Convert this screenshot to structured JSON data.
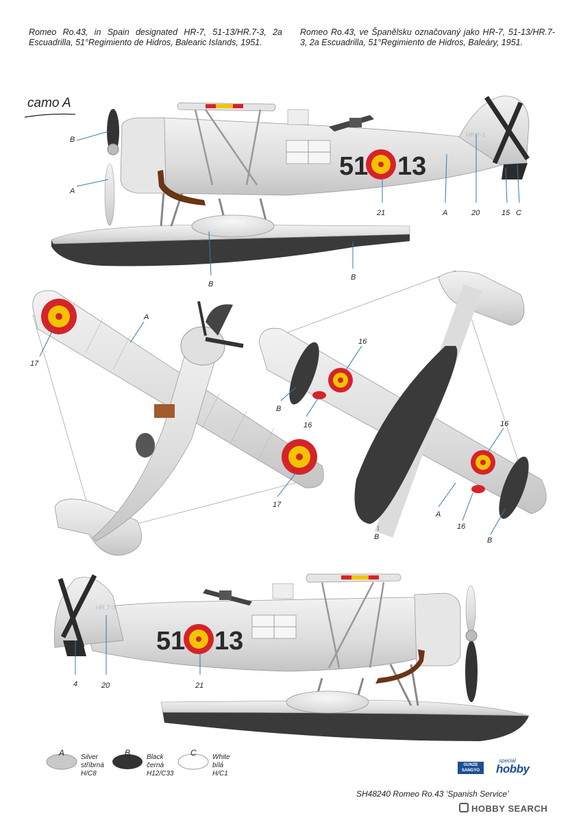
{
  "caption_en": "Romeo Ro.43, in Spain designated  HR-7, 51-13/HR.7-3, 2a Escuadrilla, 51°Regimiento de Hidros, Balearic Islands, 1951.",
  "caption_cz": "Romeo Ro.43, ve Španělsku označovaný jako HR-7, 51-13/HR.7-3, 2a Escuadrilla, 51°Regimiento de Hidros, Baleáry, 1951.",
  "camo_label": "camo A",
  "aircraft_code_left": "51",
  "aircraft_code_right": "13",
  "tail_code": "HR.7-3",
  "callouts": {
    "A": "A",
    "B": "B",
    "C": "C",
    "n4": "4",
    "n15": "15",
    "n16": "16",
    "n17": "17",
    "n20": "20",
    "n21": "21"
  },
  "legend": [
    {
      "letter": "A",
      "line1": "Silver",
      "line2": "stříbrná",
      "line3": "H/C8",
      "color": "#c9c9c9"
    },
    {
      "letter": "B",
      "line1": "Black",
      "line2": "černá",
      "line3": "H12/C33",
      "color": "#333333"
    },
    {
      "letter": "C",
      "line1": "White",
      "line2": "bílá",
      "line3": "H/C1",
      "color": "#ffffff"
    }
  ],
  "brand_gunze_1": "GUNZE",
  "brand_gunze_2": "SANGYO",
  "brand_special": "special",
  "brand_hobby": "hobby",
  "footer_title": "SH48240 Romeo Ro.43 ‘Spanish Service’",
  "watermark": "HOBBY SEARCH",
  "colors": {
    "silver": "#dcdcdc",
    "black": "#3a3a3a",
    "roundel_red": "#d6232a",
    "roundel_yellow": "#f3c300",
    "callout_blue": "#2d79b5"
  }
}
